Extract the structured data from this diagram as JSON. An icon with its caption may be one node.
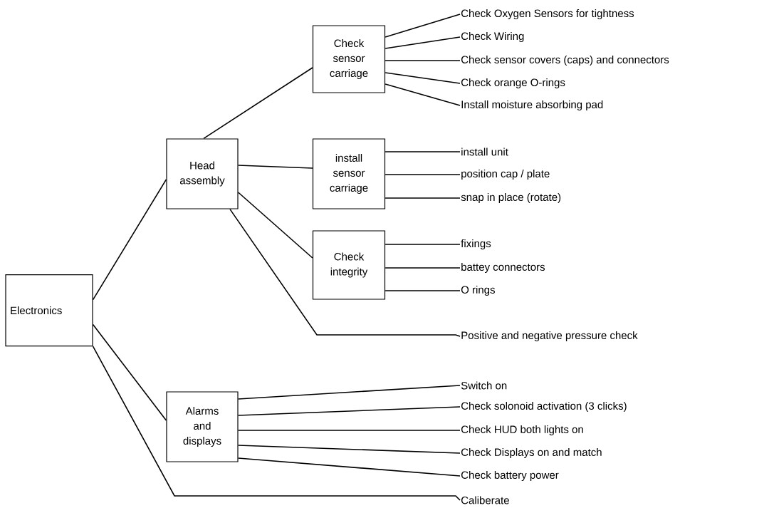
{
  "diagram": {
    "nodes": [
      {
        "text": [
          "Electronics"
        ]
      },
      {
        "text": [
          "Head assembly"
        ]
      },
      {
        "text": [
          "Check sensor carriage"
        ]
      },
      {
        "text": [
          "Check Oxygen Sensors for tightness"
        ]
      },
      {
        "text": [
          "Check Wiring"
        ]
      },
      {
        "text": [
          "Check sensor covers (caps) and connectors"
        ]
      },
      {
        "text": [
          "Check orange O-rings"
        ]
      },
      {
        "text": [
          "Install moisture absorbing pad"
        ]
      },
      {
        "text": [
          "install sensor carriage"
        ]
      },
      {
        "text": [
          "install unit"
        ]
      },
      {
        "text": [
          "position cap / plate"
        ]
      },
      {
        "text": [
          "snap in place (rotate)"
        ]
      },
      {
        "text": [
          "Check integrity"
        ]
      },
      {
        "text": [
          "fixings"
        ]
      },
      {
        "text": [
          "battey connectors"
        ]
      },
      {
        "text": [
          "O rings"
        ]
      },
      {
        "text": [
          "Positive and negative pressure check"
        ]
      },
      {
        "text": [
          "Alarms and displays"
        ]
      },
      {
        "text": [
          "Switch on"
        ]
      },
      {
        "text": [
          "Check solonoid activation (3 clicks)"
        ]
      },
      {
        "text": [
          "Check HUD both lights on"
        ]
      },
      {
        "text": [
          "Check Displays on and match"
        ]
      },
      {
        "text": [
          "Check battery power"
        ]
      },
      {
        "text": [
          "Caliberate"
        ]
      }
    ],
    "edges": [
      {
        "from": 0,
        "to": 1,
        "arrow": "none"
      },
      {
        "from": 0,
        "to": 17,
        "arrow": "none"
      },
      {
        "from": 0,
        "to": 23,
        "arrow": "none"
      },
      {
        "from": 1,
        "to": 2,
        "arrow": "none"
      },
      {
        "from": 1,
        "to": 8,
        "arrow": "none"
      },
      {
        "from": 1,
        "to": 12,
        "arrow": "none"
      },
      {
        "from": 1,
        "to": 16,
        "arrow": "none"
      },
      {
        "from": 2,
        "to": 3,
        "arrow": "none"
      },
      {
        "from": 2,
        "to": 4,
        "arrow": "none"
      },
      {
        "from": 2,
        "to": 5,
        "arrow": "none"
      },
      {
        "from": 2,
        "to": 6,
        "arrow": "none"
      },
      {
        "from": 2,
        "to": 7,
        "arrow": "none"
      },
      {
        "from": 8,
        "to": 9,
        "arrow": "none"
      },
      {
        "from": 8,
        "to": 10,
        "arrow": "none"
      },
      {
        "from": 8,
        "to": 11,
        "arrow": "none"
      },
      {
        "from": 12,
        "to": 13,
        "arrow": "none"
      },
      {
        "from": 12,
        "to": 14,
        "arrow": "none"
      },
      {
        "from": 12,
        "to": 15,
        "arrow": "none"
      },
      {
        "from": 17,
        "to": 18,
        "arrow": "none"
      },
      {
        "from": 17,
        "to": 19,
        "arrow": "none"
      },
      {
        "from": 17,
        "to": 20,
        "arrow": "none"
      },
      {
        "from": 17,
        "to": 21,
        "arrow": "none"
      },
      {
        "from": 17,
        "to": 22,
        "arrow": "none"
      }
    ]
  }
}
